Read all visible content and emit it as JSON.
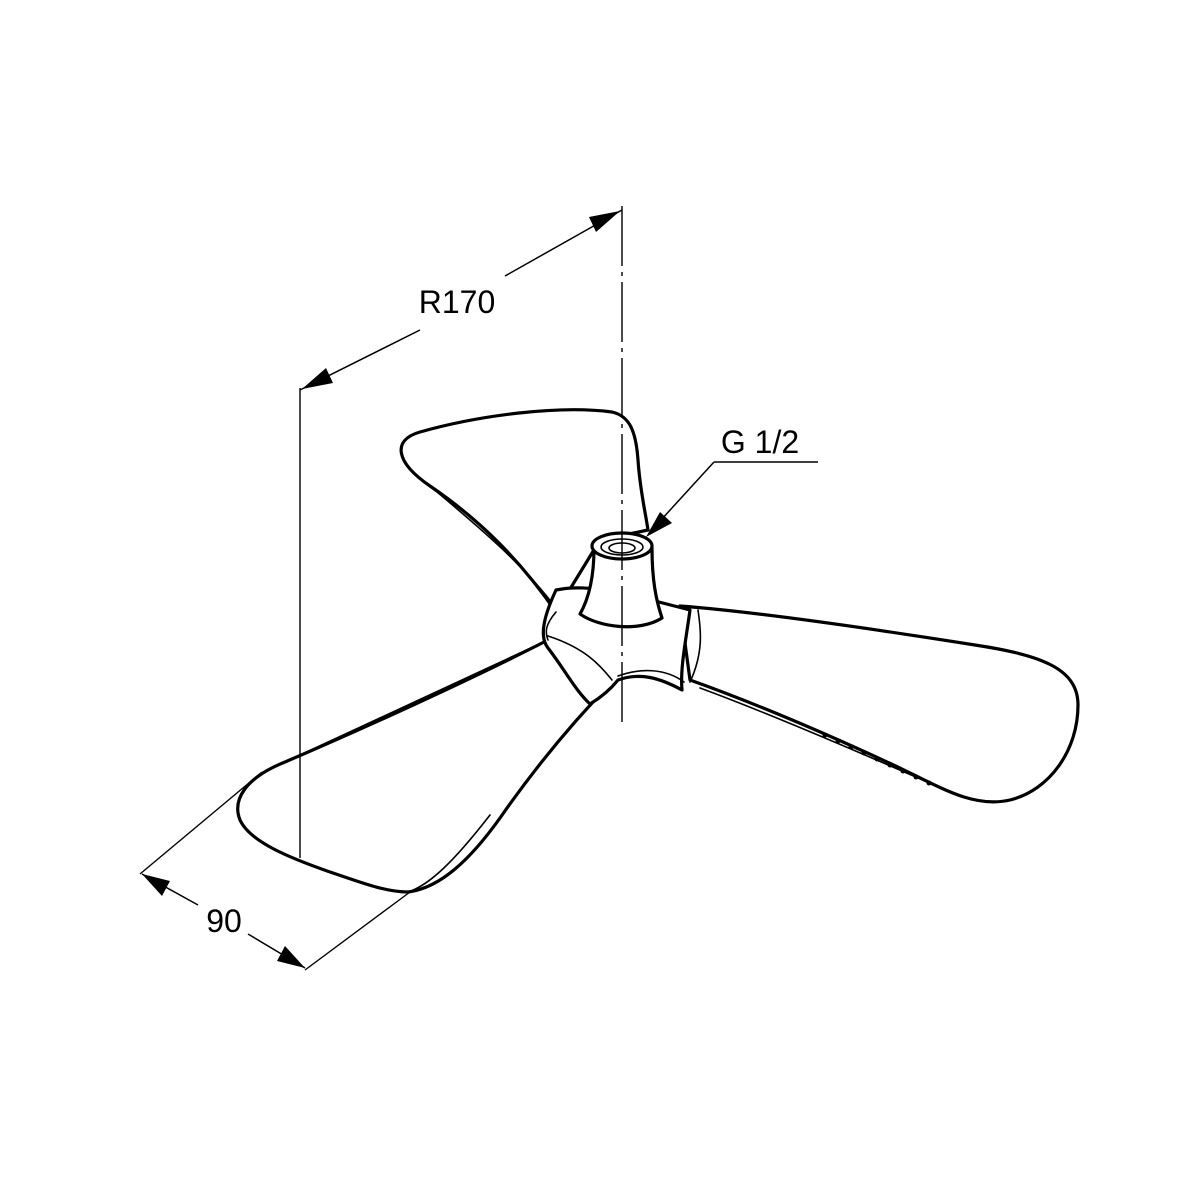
{
  "dimensions": {
    "radius_label": "R170",
    "width_label": "90",
    "thread_label": "G 1/2"
  }
}
